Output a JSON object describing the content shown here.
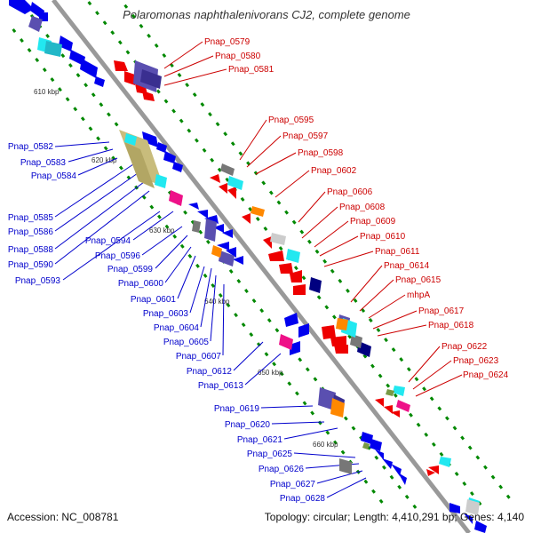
{
  "title": "Polaromonas naphthalenivorans CJ2, complete genome",
  "footer": {
    "accession": "Accession: NC_008781",
    "summary": "Topology: circular; Length: 4,410,291 bp; Genes: 4,140"
  },
  "kbp_labels": [
    "610 kbp",
    "620 kbp",
    "630 kbp",
    "640 kbp",
    "650 kbp",
    "660 kbp"
  ],
  "colors": {
    "backbone": "#999999",
    "forward": "#0000ee",
    "reverse": "#ee0000",
    "label_left": "#0000cc",
    "label_right": "#cc0000",
    "tick": "#008800",
    "purple": "#5a4fb0",
    "khaki": "#c8bc7c",
    "cyan": "#22e8f0",
    "magenta": "#ee1188",
    "orange": "#ff8800",
    "navy": "#000080",
    "grey": "#777777"
  },
  "genes_left": [
    "Pnap_0582",
    "Pnap_0583",
    "Pnap_0584",
    "Pnap_0585",
    "Pnap_0586",
    "Pnap_0588",
    "Pnap_0590",
    "Pnap_0593",
    "Pnap_0594",
    "Pnap_0596",
    "Pnap_0599",
    "Pnap_0600",
    "Pnap_0601",
    "Pnap_0603",
    "Pnap_0604",
    "Pnap_0605",
    "Pnap_0607",
    "Pnap_0612",
    "Pnap_0613",
    "Pnap_0619",
    "Pnap_0620",
    "Pnap_0621",
    "Pnap_0625",
    "Pnap_0626",
    "Pnap_0627",
    "Pnap_0628"
  ],
  "genes_right": [
    "Pnap_0579",
    "Pnap_0580",
    "Pnap_0581",
    "Pnap_0595",
    "Pnap_0597",
    "Pnap_0598",
    "Pnap_0602",
    "Pnap_0606",
    "Pnap_0608",
    "Pnap_0609",
    "Pnap_0610",
    "Pnap_0611",
    "Pnap_0614",
    "Pnap_0615",
    "mhpA",
    "Pnap_0617",
    "Pnap_0618",
    "Pnap_0622",
    "Pnap_0623",
    "Pnap_0624"
  ]
}
